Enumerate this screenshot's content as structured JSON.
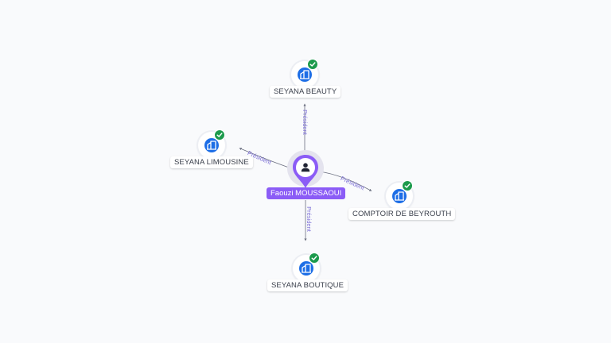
{
  "center": {
    "name": "Faouzi MOUSSAOUI",
    "icon": "person-icon",
    "color": "#8b5cf6"
  },
  "relation_label": "Président",
  "companies": [
    {
      "id": "beauty",
      "name": "SEYANA BEAUTY",
      "icon": "building-icon",
      "verified": true
    },
    {
      "id": "limousine",
      "name": "SEYANA LIMOUSINE",
      "icon": "building-icon",
      "verified": true
    },
    {
      "id": "beyrouth",
      "name": "COMPTOIR DE BEYROUTH",
      "icon": "building-icon",
      "verified": true
    },
    {
      "id": "boutique",
      "name": "SEYANA BOUTIQUE",
      "icon": "building-icon",
      "verified": true
    }
  ],
  "colors": {
    "company": "#1d6ee6",
    "verified": "#1c9a4c",
    "edge": "#6b6f80",
    "edge_label": "#7c6fd6"
  }
}
